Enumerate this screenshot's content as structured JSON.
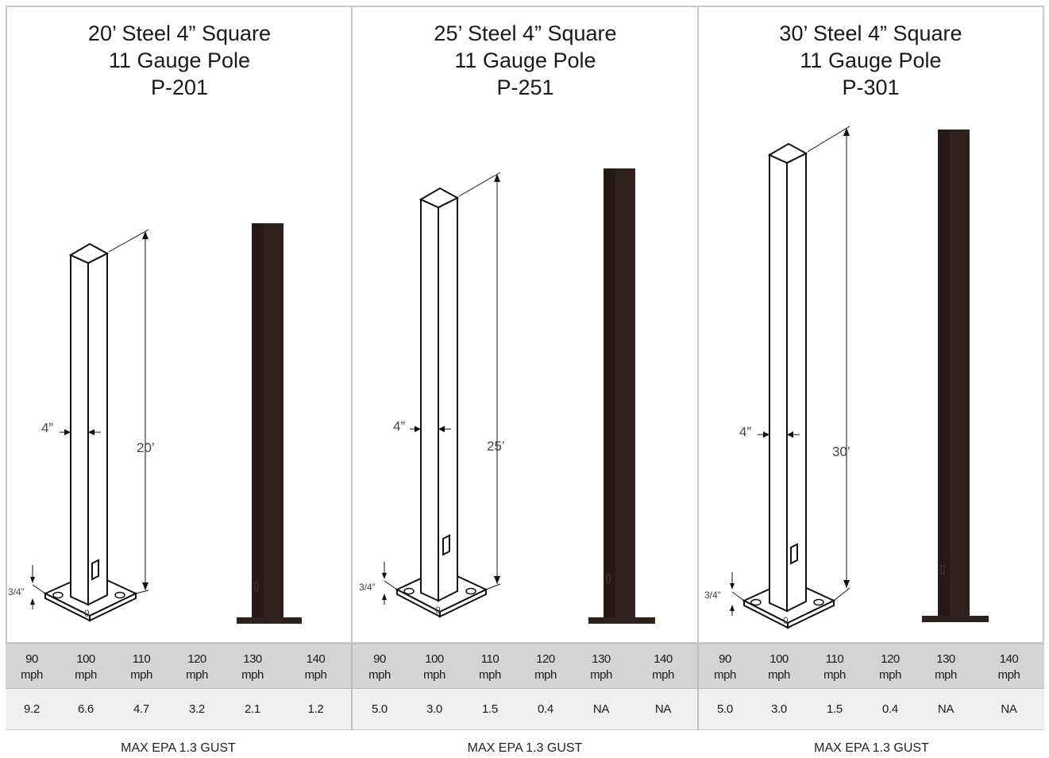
{
  "poles": [
    {
      "title_line1": "20’ Steel 4” Square",
      "title_line2": "11 Gauge Pole",
      "model": "P-201",
      "width_label": "4”",
      "height_label": "20’",
      "base_label": "3/4”",
      "base_mark": "0",
      "speeds": [
        {
          "value": "90",
          "unit": "mph"
        },
        {
          "value": "100",
          "unit": "mph"
        },
        {
          "value": "110",
          "unit": "mph"
        },
        {
          "value": "120",
          "unit": "mph"
        },
        {
          "value": "130",
          "unit": "mph"
        },
        {
          "value": "140",
          "unit": "mph"
        }
      ],
      "epa_values": [
        "9.2",
        "6.6",
        "4.7",
        "3.2",
        "2.1",
        "1.2"
      ],
      "footer": "MAX EPA 1.3 GUST"
    },
    {
      "title_line1": "25’ Steel 4” Square",
      "title_line2": "11 Gauge Pole",
      "model": "P-251",
      "width_label": "4”",
      "height_label": "25’",
      "base_label": "3/4”",
      "base_mark": "0",
      "speeds": [
        {
          "value": "90",
          "unit": "mph"
        },
        {
          "value": "100",
          "unit": "mph"
        },
        {
          "value": "110",
          "unit": "mph"
        },
        {
          "value": "120",
          "unit": "mph"
        },
        {
          "value": "130",
          "unit": "mph"
        },
        {
          "value": "140",
          "unit": "mph"
        }
      ],
      "epa_values": [
        "5.0",
        "3.0",
        "1.5",
        "0.4",
        "NA",
        "NA"
      ],
      "footer": "MAX EPA 1.3 GUST"
    },
    {
      "title_line1": "30’ Steel 4” Square",
      "title_line2": "11 Gauge Pole",
      "model": "P-301",
      "width_label": "4”",
      "height_label": "30’",
      "base_label": "3/4”",
      "base_mark": "0",
      "speeds": [
        {
          "value": "90",
          "unit": "mph"
        },
        {
          "value": "100",
          "unit": "mph"
        },
        {
          "value": "110",
          "unit": "mph"
        },
        {
          "value": "120",
          "unit": "mph"
        },
        {
          "value": "130",
          "unit": "mph"
        },
        {
          "value": "140",
          "unit": "mph"
        }
      ],
      "epa_values": [
        "5.0",
        "3.0",
        "1.5",
        "0.4",
        "NA",
        "NA"
      ],
      "footer": "MAX EPA 1.3 GUST"
    }
  ],
  "colors": {
    "pole_finish": "#2e211c",
    "border": "#c9c9c9",
    "header_row": "#d4d4d4",
    "value_row": "#f0f0f0"
  }
}
